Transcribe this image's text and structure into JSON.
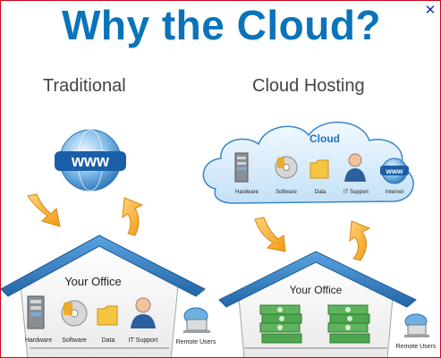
{
  "title": "Why the Cloud?",
  "close_icon": "close-x-icon",
  "columns": {
    "traditional": {
      "heading": "Traditional",
      "globe_text": "www",
      "office_label": "Your Office",
      "items": [
        "Hardware",
        "Software",
        "Data",
        "IT Support"
      ],
      "remote_label": "Remote Users"
    },
    "cloud": {
      "heading": "Cloud Hosting",
      "cloud_label": "Cloud",
      "cloud_items": [
        "Hardware",
        "Software",
        "Data",
        "IT Support",
        "Internet"
      ],
      "globe_text": "www",
      "office_label": "Your Office",
      "remote_label": "Remote Users"
    }
  },
  "colors": {
    "title": "#0a73b9",
    "roof": "#3b86c8",
    "arrow": "#f5a623",
    "cloud": "#cfe6f8",
    "money": "#2e8b2e"
  }
}
